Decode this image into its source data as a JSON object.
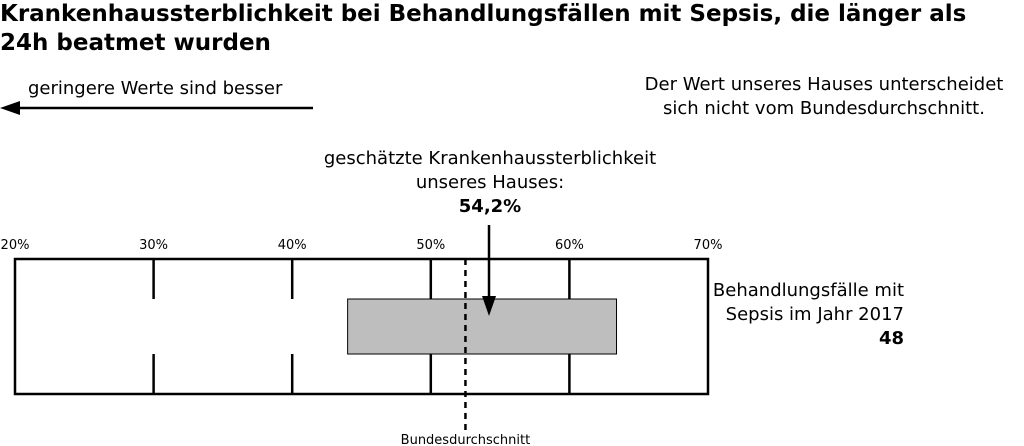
{
  "title": "Krankenhaussterblichkeit bei Behandlungsfällen mit Sepsis, die länger als 24h beatmet wurden",
  "direction_hint": "geringere Werte sind besser",
  "comparison_note": "Der Wert unseres Hauses unterscheidet sich nicht vom Bundesdurchschnitt.",
  "estimate": {
    "label": "geschätzte Krankenhaussterblichkeit unseres Hauses:",
    "value_text": "54,2%"
  },
  "cases": {
    "label": "Behandlungsfälle mit Sepsis im Jahr 2017",
    "value": "48"
  },
  "chart_data": {
    "type": "interval",
    "xlim": [
      20,
      70
    ],
    "ticks": [
      20,
      30,
      40,
      50,
      60,
      70
    ],
    "tick_labels": [
      "20%",
      "30%",
      "40%",
      "50%",
      "60%",
      "70%"
    ],
    "point_estimate": 54.2,
    "confidence_interval": [
      44.0,
      63.4
    ],
    "national_average": 52.5,
    "national_average_label": "Bundesdurchschnitt",
    "box_color": "#bebebe"
  }
}
